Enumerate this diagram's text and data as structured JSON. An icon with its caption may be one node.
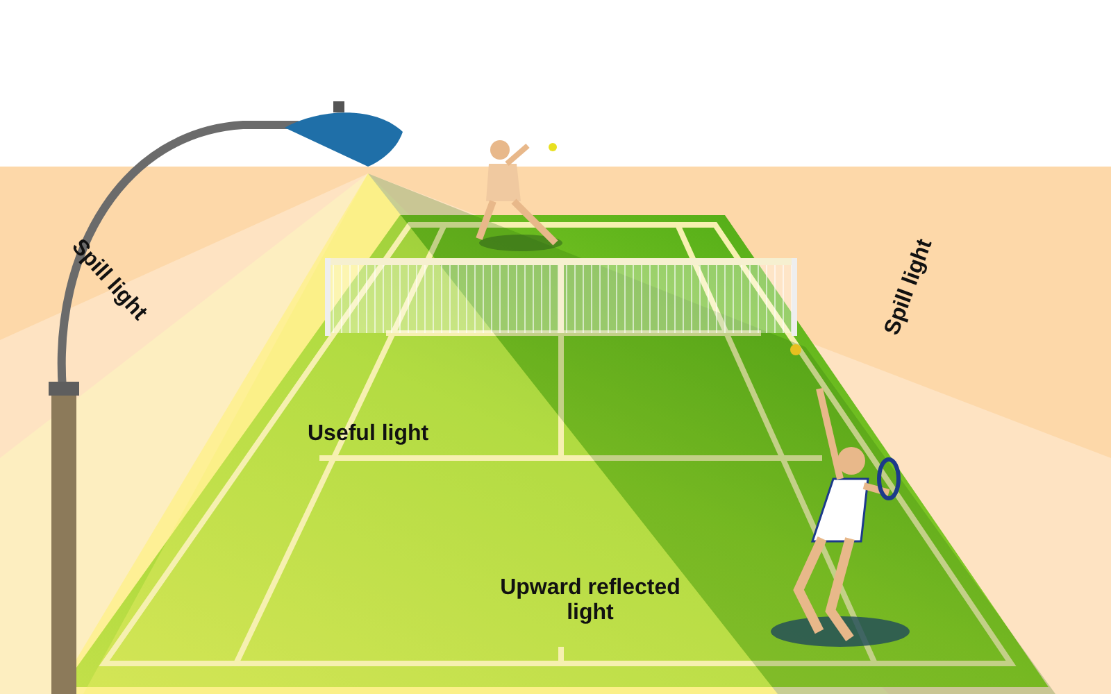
{
  "diagram": {
    "labels": [
      "Spill light",
      "Spill light",
      "Useful light",
      "Upward reflected light"
    ]
  }
}
